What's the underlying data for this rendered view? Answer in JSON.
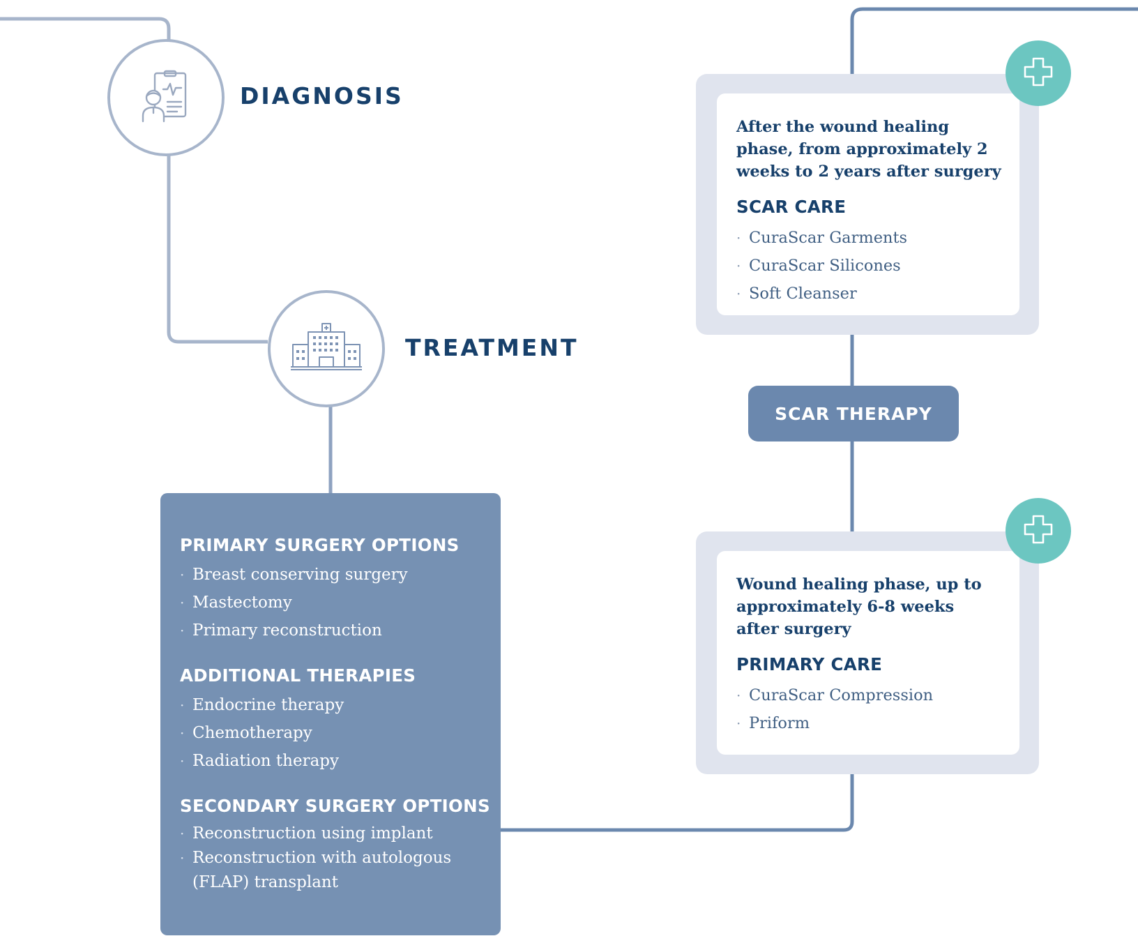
{
  "colors": {
    "navy": "#17406b",
    "connector_light": "#a7b5cb",
    "connector_dark": "#6b88ae",
    "panel": "#7691b3",
    "card_frame": "#e0e4ee",
    "accent_teal": "#6cc6c1"
  },
  "diagnosis": {
    "icon": "patient-chart-icon",
    "title": "DIAGNOSIS"
  },
  "treatment": {
    "icon": "hospital-icon",
    "title": "TREATMENT",
    "sections": [
      {
        "heading": "PRIMARY SURGERY OPTIONS",
        "items": [
          "Breast conserving surgery",
          "Mastectomy",
          "Primary reconstruction"
        ]
      },
      {
        "heading": "ADDITIONAL THERAPIES",
        "items": [
          "Endocrine therapy",
          "Chemotherapy",
          "Radiation therapy"
        ]
      },
      {
        "heading": "SECONDARY SURGERY OPTIONS",
        "items": [
          "Reconstruction using implant",
          "Reconstruction with autologous (FLAP) transplant"
        ]
      }
    ]
  },
  "scar_therapy": {
    "label": "SCAR THERAPY"
  },
  "scar_care_card": {
    "icon": "medical-cross-icon",
    "intro": "After the wound healing phase, from approximately 2 weeks to 2 years after surgery",
    "heading": "SCAR CARE",
    "items": [
      "CuraScar Garments",
      "CuraScar Silicones",
      "Soft Cleanser"
    ]
  },
  "primary_care_card": {
    "icon": "medical-cross-icon",
    "intro": "Wound healing phase, up to approximately 6-8 weeks after surgery",
    "heading": "PRIMARY CARE",
    "items": [
      "CuraScar Compression",
      "Priform"
    ]
  }
}
